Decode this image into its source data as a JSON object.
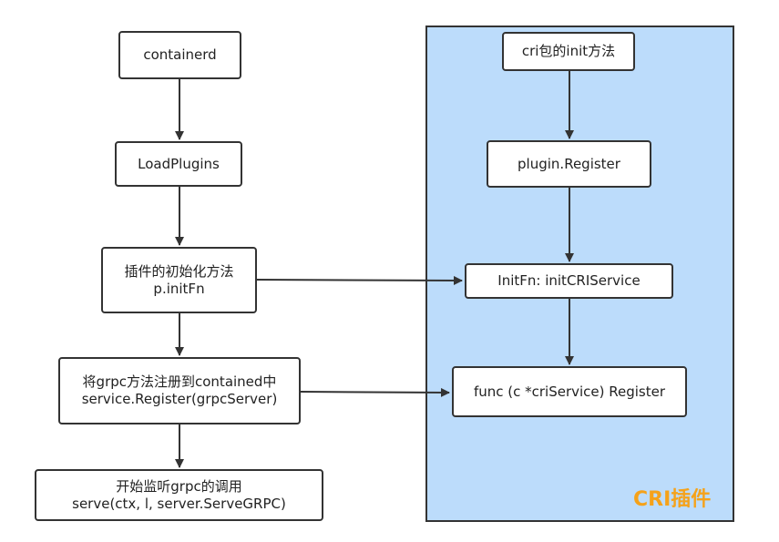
{
  "left_flow": {
    "containerd": "containerd",
    "load_plugins": "LoadPlugins",
    "init_method": {
      "line1": "插件的初始化方法",
      "line2": "p.initFn"
    },
    "register_grpc": {
      "line1": "将grpc方法注册到contained中",
      "line2": "service.Register(grpcServer)"
    },
    "serve_grpc": {
      "line1": "开始监听grpc的调用",
      "line2": "serve(ctx, l, server.ServeGRPC)"
    }
  },
  "cri_panel": {
    "label": "CRI插件",
    "label_color": "#f5a21a",
    "background_color": "#bcdcfb",
    "init_method": "cri包的init方法",
    "plugin_register": "plugin.Register",
    "init_fn": "InitFn: initCRIService",
    "func_register": "func (c *criService) Register"
  }
}
